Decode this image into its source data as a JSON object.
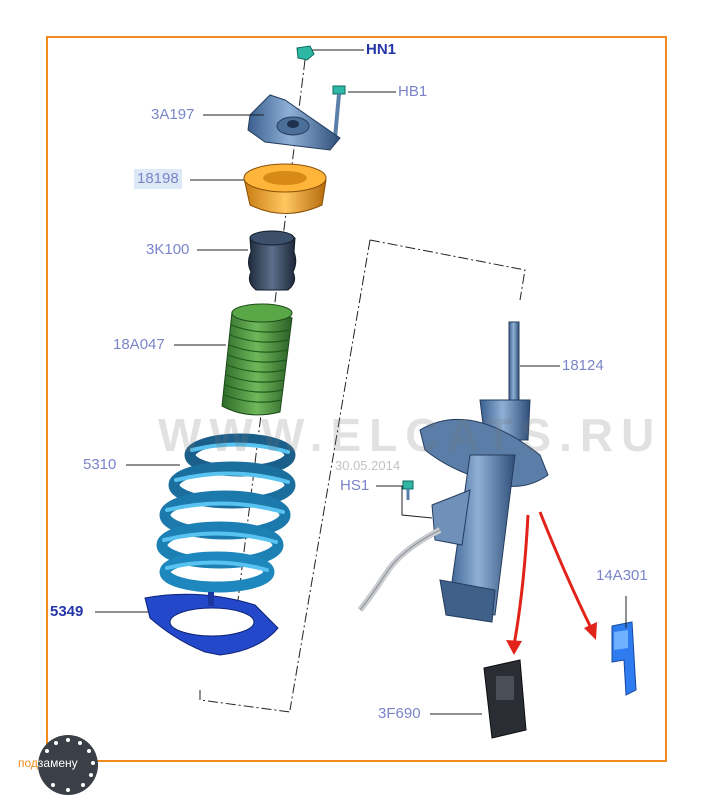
{
  "watermark": {
    "site": "WWW.ELCATS.RU",
    "date": "30.05.2014"
  },
  "logo": {
    "text_accent": "под",
    "text_main": "замену"
  },
  "parts": [
    {
      "id": "hn1",
      "code": "HN1"
    },
    {
      "id": "hb1",
      "code": "HB1"
    },
    {
      "id": "3a197",
      "code": "3A197"
    },
    {
      "id": "18198",
      "code": "18198"
    },
    {
      "id": "3k100",
      "code": "3K100"
    },
    {
      "id": "18a047",
      "code": "18A047"
    },
    {
      "id": "5310",
      "code": "5310"
    },
    {
      "id": "5349",
      "code": "5349"
    },
    {
      "id": "18124",
      "code": "18124"
    },
    {
      "id": "hs1",
      "code": "HS1"
    },
    {
      "id": "14a301",
      "code": "14A301"
    },
    {
      "id": "3f690",
      "code": "3F690"
    }
  ],
  "colors": {
    "frame": "#f28c1e",
    "label": "#7a85c9",
    "label_bold": "#2436a8",
    "selected_bg": "#dde9f7",
    "arrow": "#e2231a"
  }
}
